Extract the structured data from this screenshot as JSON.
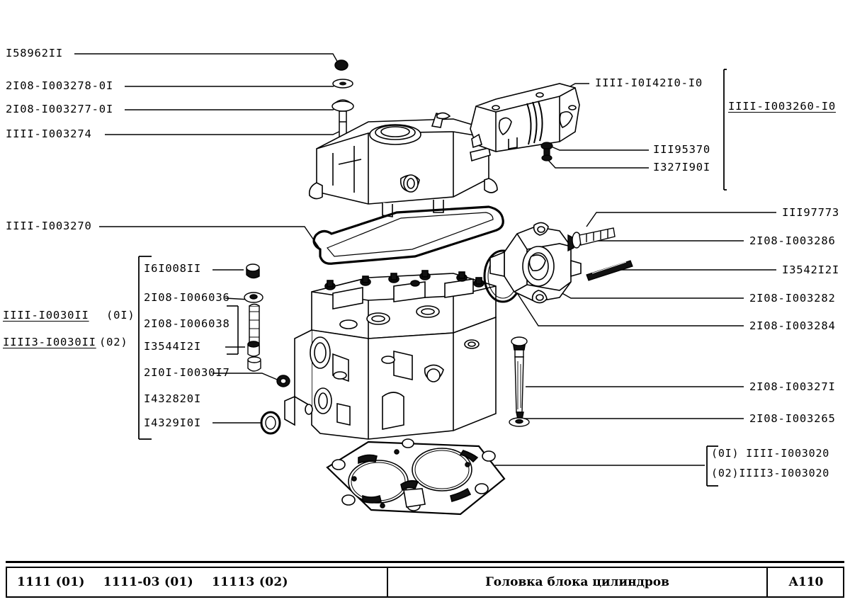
{
  "diagram": {
    "title": "Головка блока цилиндров",
    "code": "A110",
    "models": [
      "1111 (01)",
      "1111-03 (01)",
      "11113 (02)"
    ]
  },
  "labels_left_top": [
    {
      "id": "l1",
      "text": "I58962II"
    },
    {
      "id": "l2",
      "text": "2I08-I003278-0I"
    },
    {
      "id": "l3",
      "text": "2I08-I003277-0I"
    },
    {
      "id": "l4",
      "text": "IIII-I003274"
    }
  ],
  "labels_left_mid": [
    {
      "id": "l5",
      "text": "IIII-I003270"
    }
  ],
  "assembly_group": {
    "variants": [
      {
        "code": "IIII-I0030II",
        "suffix": "(0I)"
      },
      {
        "code": "IIII3-I0030II",
        "suffix": "(02)"
      }
    ],
    "items": [
      {
        "id": "g1",
        "text": "I6I008II"
      },
      {
        "id": "g2",
        "text": "2I08-I006036"
      },
      {
        "id": "g3",
        "text": "2I08-I006038"
      },
      {
        "id": "g4",
        "text": "I3544I2I"
      },
      {
        "id": "g5",
        "text": "2I0I-I0030I7"
      },
      {
        "id": "g6",
        "text": "I432820I"
      },
      {
        "id": "g7",
        "text": "I4329I0I"
      }
    ]
  },
  "labels_right_top": [
    {
      "id": "r1",
      "text": "IIII-I0I42I0-I0"
    },
    {
      "id": "r2",
      "text": "III95370"
    },
    {
      "id": "r3",
      "text": "I327I90I"
    }
  ],
  "shield_assembly": {
    "text": "IIII-I003260-I0"
  },
  "labels_right_mid": [
    {
      "id": "r4",
      "text": "III97773"
    },
    {
      "id": "r5",
      "text": "2I08-I003286"
    },
    {
      "id": "r6",
      "text": "I3542I2I"
    },
    {
      "id": "r7",
      "text": "2I08-I003282"
    },
    {
      "id": "r8",
      "text": "2I08-I003284"
    }
  ],
  "labels_right_low": [
    {
      "id": "r9",
      "text": "2I08-I00327I"
    },
    {
      "id": "r10",
      "text": "2I08-I003265"
    }
  ],
  "gasket_group": [
    {
      "id": "k1",
      "text": "(0I) IIII-I003020"
    },
    {
      "id": "k2",
      "text": "(02)IIII3-I003020"
    }
  ]
}
